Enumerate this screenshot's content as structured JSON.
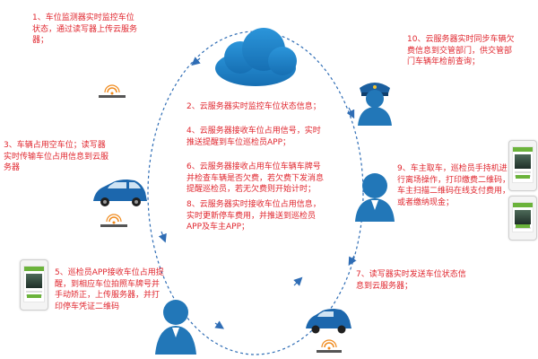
{
  "colors": {
    "text_red": "#e0262e",
    "cloud_blue": "#1d82c9",
    "figure_blue": "#2277b8",
    "arrow_blue": "#2f6db5",
    "wifi_orange": "#f08a1c",
    "phone_green": "#6bb33b"
  },
  "icons": [
    "cloud-icon",
    "police-officer-icon",
    "wireless-sensor-icon",
    "car-icon",
    "user-icon",
    "phone-icon"
  ],
  "labels": {
    "step1": [
      "1、车位监测器实时监控车位",
      "状态，通过读写器上传云服务",
      "器；"
    ],
    "step3": [
      "3、车辆占用空车位；读写器",
      "实时传输车位占用信息到云服",
      "务器"
    ],
    "step5": [
      "5、巡检员APP接收车位占用提",
      "醒，到相应车位拍照车牌号并",
      "手动矫正，上传服务器，并打",
      "印停车凭证二维码"
    ],
    "step10": [
      "10、云服务器实时同步车辆欠",
      "费信息到交管部门，供交管部",
      "门车辆年检前查询；"
    ],
    "step9": [
      "9、车主取车，巡检员手持机进",
      "行离场操作，打印缴费二维码，",
      "车主扫描二维码在线支付费用，",
      "或者缴纳现金；"
    ],
    "step7": [
      "7、读写器实时发送车位状态信",
      "息到云服务器；"
    ],
    "center": [
      [
        "2、云服务器实时监控车位状态信息；"
      ],
      [
        "4、云服务器接收车位占用信号，实时",
        "推送提醒到车位巡检员APP；"
      ],
      [
        "6、云服务器接收占用车位车辆车牌号",
        "并检查车辆是否欠费，若欠费下发消息",
        "提醒巡检员，若无欠费则开始计时；"
      ],
      [
        "8、云服务器实时接收车位占用信息，",
        "实时更新停车费用，并推送到巡检员",
        "APP及车主APP；"
      ]
    ]
  }
}
